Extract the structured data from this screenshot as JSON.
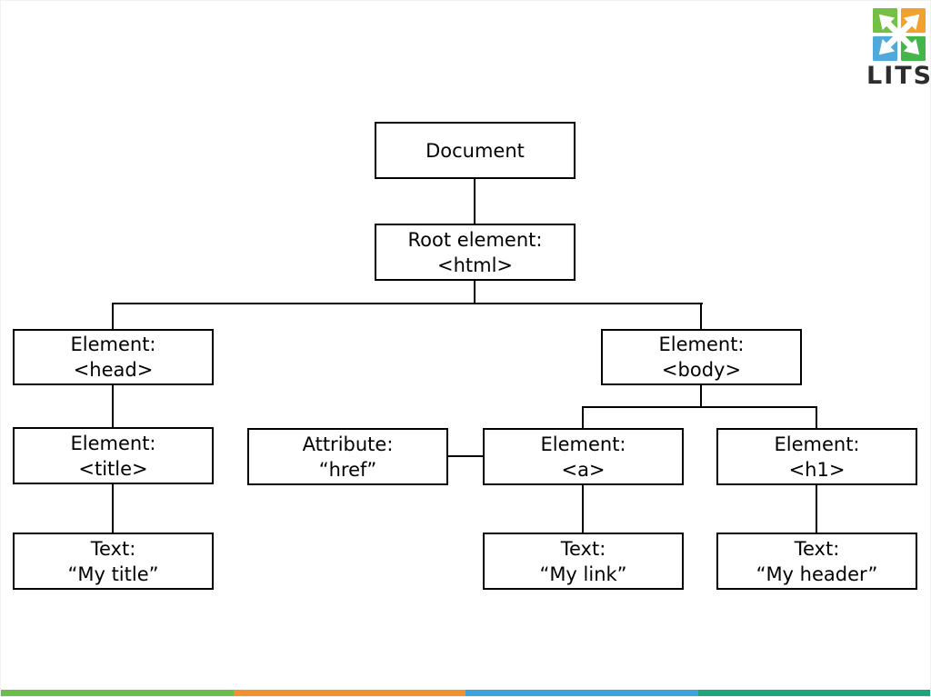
{
  "slide": {
    "logo": {
      "text": "LITS",
      "squares": {
        "top_left": "#74bf45",
        "top_right": "#f0a22e",
        "bottom_left": "#4fa9db",
        "bottom_right": "#43b549"
      }
    },
    "diagram": {
      "nodes": {
        "document": {
          "line1": "Document",
          "line2": ""
        },
        "root_html": {
          "line1": "Root element:",
          "line2": "<html>"
        },
        "el_head": {
          "line1": "Element:",
          "line2": "<head>"
        },
        "el_body": {
          "line1": "Element:",
          "line2": "<body>"
        },
        "el_title": {
          "line1": "Element:",
          "line2": "<title>"
        },
        "attr_href": {
          "line1": "Attribute:",
          "line2": "“href”"
        },
        "el_a": {
          "line1": "Element:",
          "line2": "<a>"
        },
        "el_h1": {
          "line1": "Element:",
          "line2": "<h1>"
        },
        "text_my_title": {
          "line1": "Text:",
          "line2": "“My title”"
        },
        "text_my_link": {
          "line1": "Text:",
          "line2": "“My link”"
        },
        "text_my_header": {
          "line1": "Text:",
          "line2": "“My header”"
        }
      }
    },
    "footer_bar": {
      "segment_colors": [
        "#6cbe4c",
        "#f0922d",
        "#3ba4da",
        "#1ea47e"
      ]
    }
  }
}
